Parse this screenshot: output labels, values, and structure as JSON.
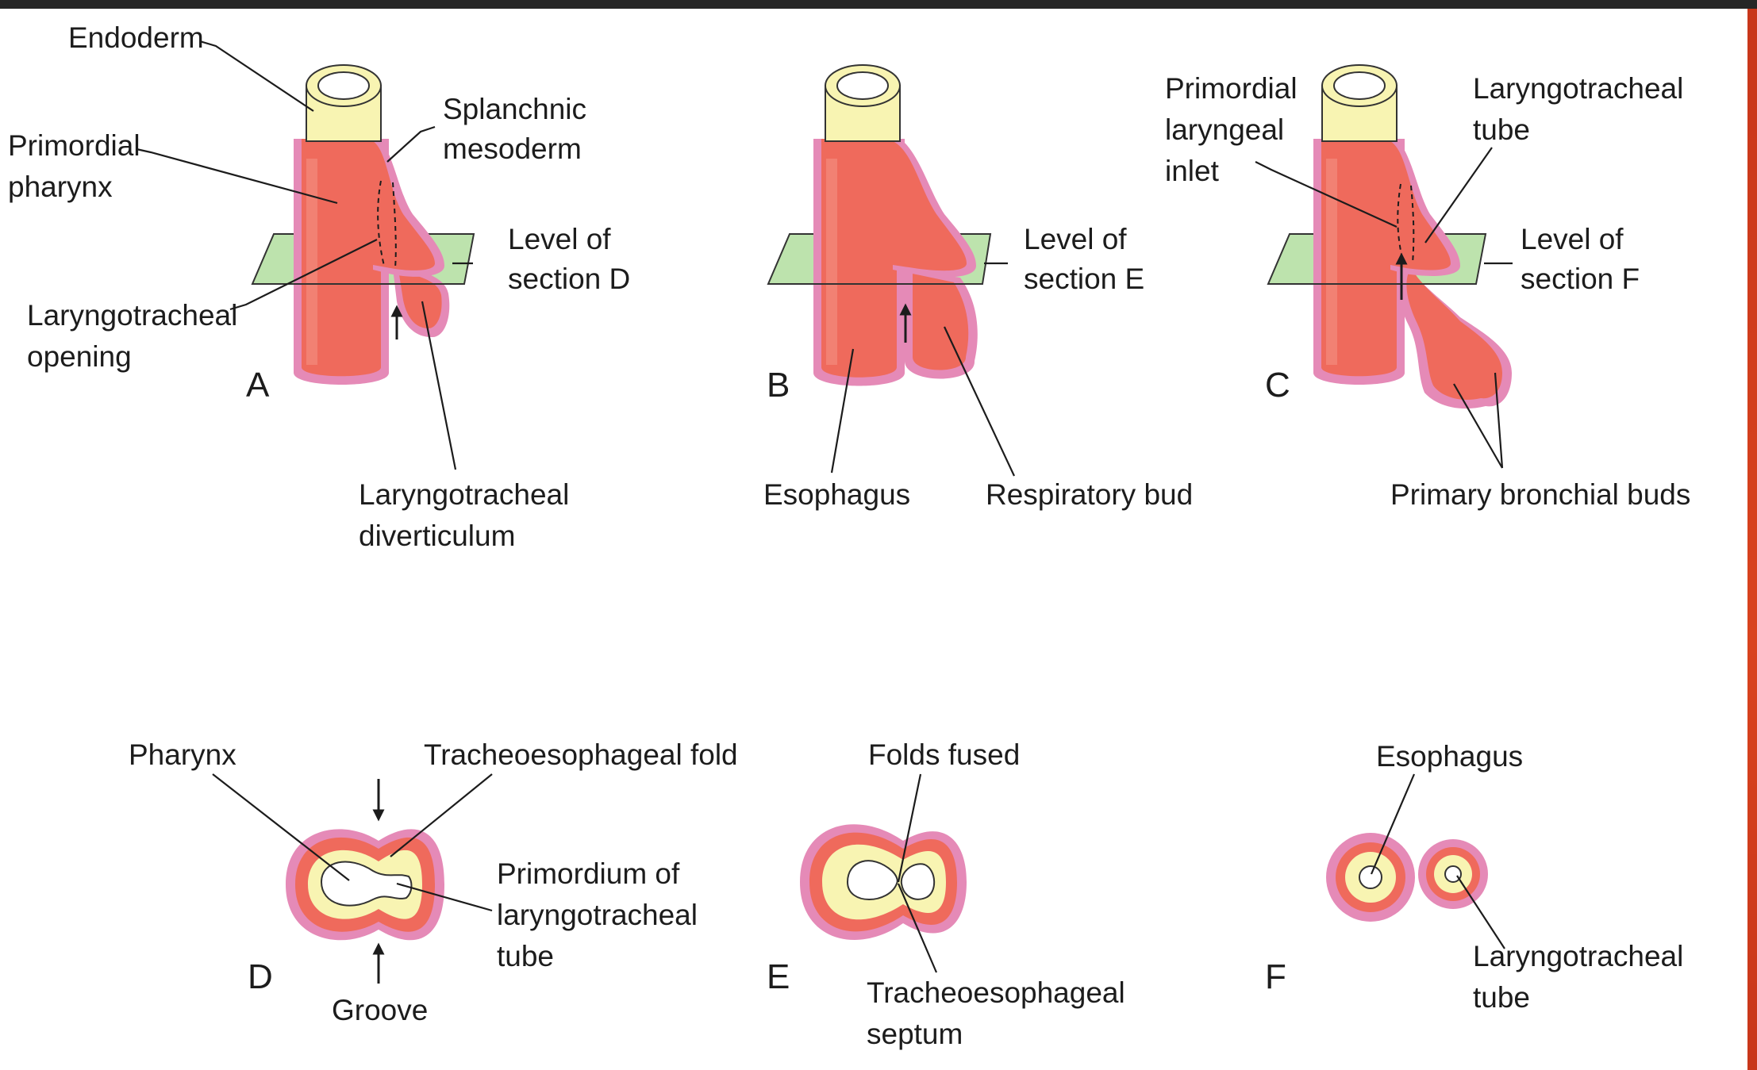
{
  "colors": {
    "outer_layer": "#e58ab7",
    "tube_red": "#ef6a5c",
    "tube_highlight": "#f48c7e",
    "endoderm_cream": "#f8f4b2",
    "section_plane": "#bde3ad",
    "frame_dark": "#262626",
    "frame_accent": "#d9431e"
  },
  "panels": {
    "A": {
      "letter": "A",
      "endoderm": "Endoderm",
      "primordial_pharynx": [
        "Primordial",
        "pharynx"
      ],
      "splanchnic_mesoderm": [
        "Splanchnic",
        "mesoderm"
      ],
      "level": [
        "Level of",
        "section D"
      ],
      "opening": [
        "Laryngotracheal",
        "opening"
      ],
      "diverticulum": [
        "Laryngotracheal",
        "diverticulum"
      ]
    },
    "B": {
      "letter": "B",
      "level": [
        "Level of",
        "section E"
      ],
      "esophagus": "Esophagus",
      "respiratory_bud": "Respiratory bud"
    },
    "C": {
      "letter": "C",
      "inlet": [
        "Primordial",
        "laryngeal",
        "inlet"
      ],
      "tube": [
        "Laryngotracheal",
        "tube"
      ],
      "level": [
        "Level of",
        "section F"
      ],
      "bronchial_buds": "Primary bronchial buds"
    },
    "D": {
      "letter": "D",
      "pharynx": "Pharynx",
      "fold": "Tracheoesophageal fold",
      "primordium": [
        "Primordium of",
        "laryngotracheal",
        "tube"
      ],
      "groove": "Groove"
    },
    "E": {
      "letter": "E",
      "folds_fused": "Folds fused",
      "septum": [
        "Tracheoesophageal",
        "septum"
      ]
    },
    "F": {
      "letter": "F",
      "esophagus": "Esophagus",
      "tube": [
        "Laryngotracheal",
        "tube"
      ]
    }
  }
}
